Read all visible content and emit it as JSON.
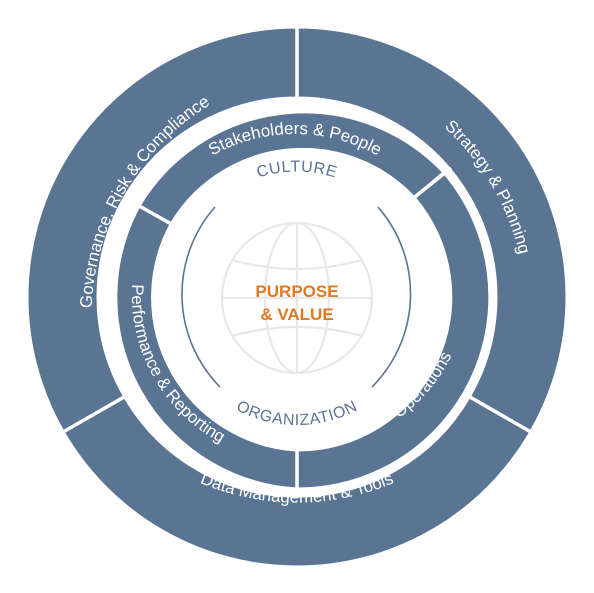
{
  "colors": {
    "ring": "#5a7493",
    "accent": "#e07a1f",
    "globe": "#e8e8e8",
    "background": "#ffffff"
  },
  "outer_ring": {
    "segments": [
      {
        "label": "Governance, Risk & Compliance"
      },
      {
        "label": "Strategy & Planning"
      },
      {
        "label": "Data Management & Tools"
      }
    ]
  },
  "middle_ring": {
    "segments": [
      {
        "label": "Stakeholders & People"
      },
      {
        "label": "Operations"
      },
      {
        "label": "Performance & Reporting"
      }
    ]
  },
  "inner": {
    "top_label": "CULTURE",
    "bottom_label": "ORGANIZATION",
    "center_line1": "PURPOSE",
    "center_line2": "& VALUE",
    "center_icon": "globe-icon"
  }
}
